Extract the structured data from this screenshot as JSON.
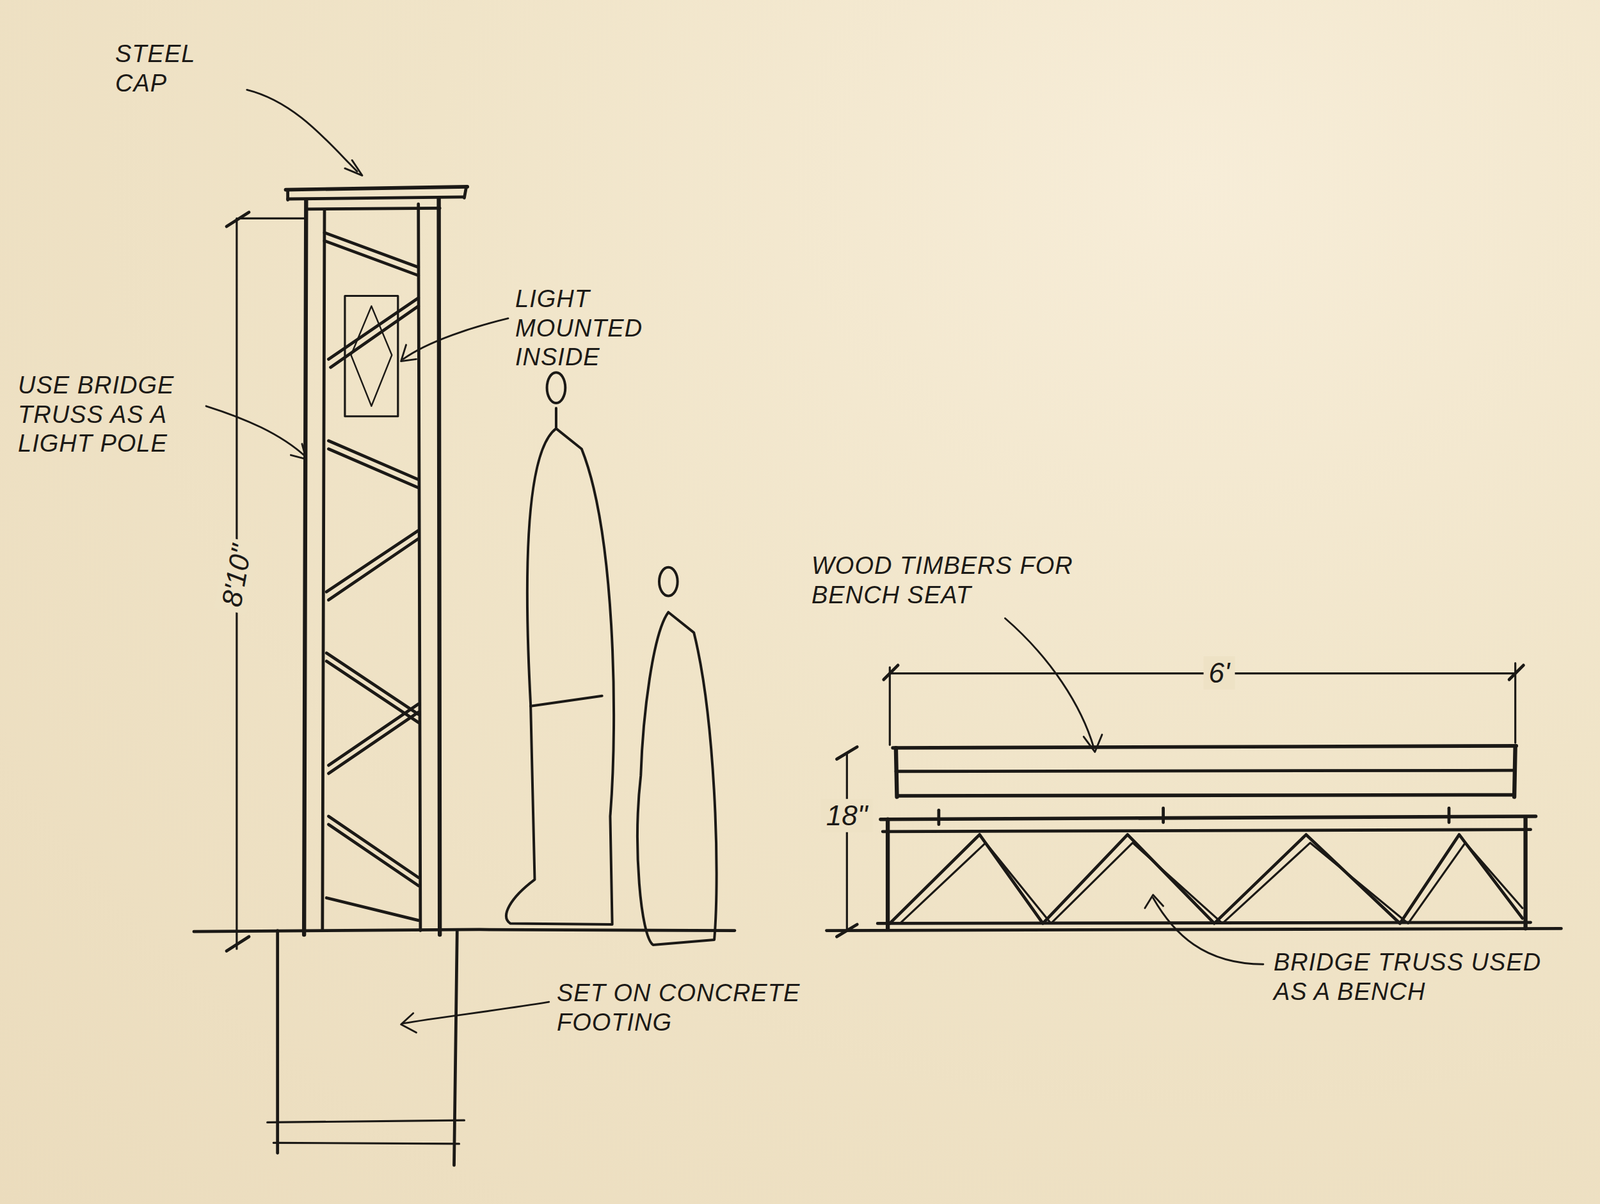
{
  "diagram": {
    "labels": [
      "STEEL CAP",
      "LIGHT MOUNTED INSIDE",
      "USE BRIDGE TRUSS AS A LIGHT POLE",
      "8'10\"",
      "WOOD TIMBERS FOR BENCH SEAT",
      "6'",
      "18\"",
      "SET ON CONCRETE FOOTING",
      "BRIDGE TRUSS USED AS A BENCH"
    ]
  }
}
